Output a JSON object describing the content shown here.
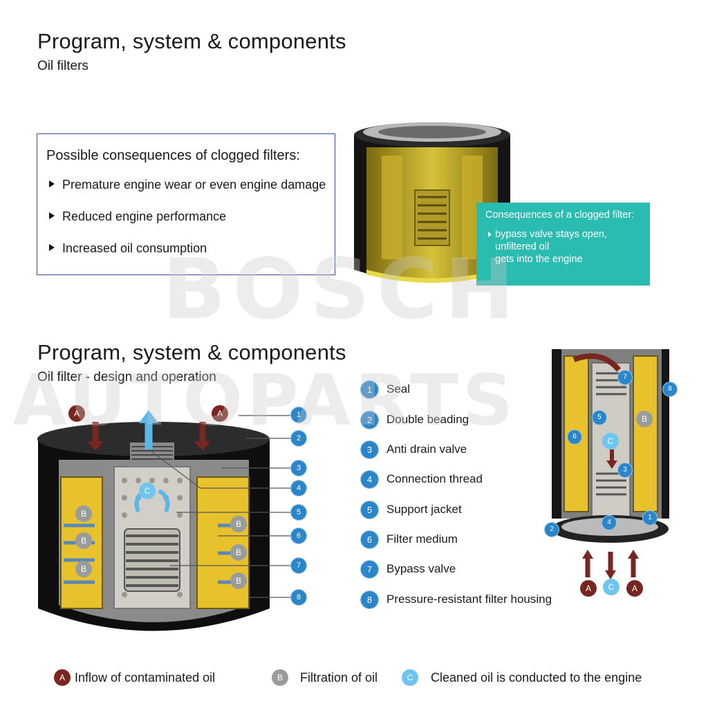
{
  "top": {
    "title": "Program, system & components",
    "subtitle": "Oil filters"
  },
  "consequences_box": {
    "title": "Possible consequences of clogged filters:",
    "items": [
      "Premature engine wear or even engine damage",
      "Reduced engine performance",
      "Increased oil consumption"
    ]
  },
  "teal_box": {
    "title": "Consequences of a clogged filter:",
    "lines": [
      "bypass valve stays open,",
      "unfiltered oil",
      "gets into the engine"
    ]
  },
  "bottom": {
    "title": "Program, system & components",
    "subtitle": "Oil filter - design and operation"
  },
  "watermark": {
    "line1": "BOSCH",
    "line2": "AUTOPARTS"
  },
  "components": [
    {
      "num": "1",
      "label": "Seal"
    },
    {
      "num": "2",
      "label": "Double beading"
    },
    {
      "num": "3",
      "label": "Anti drain valve"
    },
    {
      "num": "4",
      "label": "Connection thread"
    },
    {
      "num": "5",
      "label": "Support jacket"
    },
    {
      "num": "6",
      "label": "Filter medium"
    },
    {
      "num": "7",
      "label": "Bypass valve"
    },
    {
      "num": "8",
      "label": "Pressure-resistant filter housing"
    }
  ],
  "flow_key": [
    {
      "letter": "A",
      "label": "Inflow of contaminated oil",
      "color": "#7a2620"
    },
    {
      "letter": "B",
      "label": "Filtration of oil",
      "color": "#9a9c9b"
    },
    {
      "letter": "C",
      "label": "Cleaned oil is conducted to the engine",
      "color": "#6ec6ef"
    }
  ],
  "colors": {
    "accent_blue": "#2a86c9",
    "teal": "#2bbcb1",
    "box_border": "#3a4f96",
    "filter_yellow": "#e8c22c"
  }
}
